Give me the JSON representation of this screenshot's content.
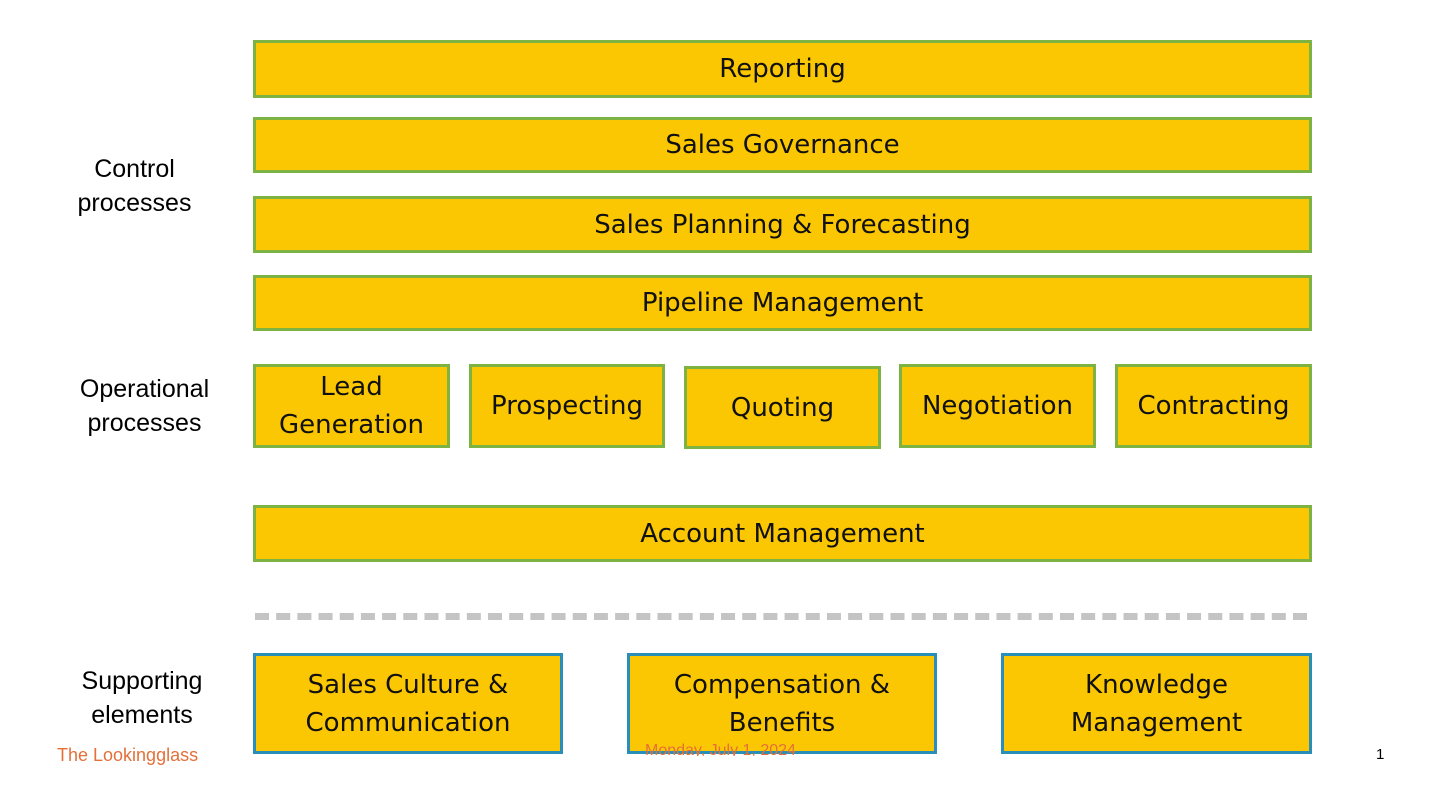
{
  "labels": {
    "control": "Control\nprocesses",
    "operational": "Operational\nprocesses",
    "supporting": "Supporting\nelements"
  },
  "control_boxes": [
    "Reporting",
    "Sales Governance",
    "Sales Planning & Forecasting",
    "Pipeline Management"
  ],
  "operational_boxes": [
    "Lead\nGeneration",
    "Prospecting",
    "Quoting",
    "Negotiation",
    "Contracting"
  ],
  "account_box": "Account Management",
  "supporting_boxes": [
    "Sales Culture &\nCommunication",
    "Compensation &\nBenefits",
    "Knowledge\nManagement"
  ],
  "footer": {
    "brand": "The Lookingglass",
    "date": "Monday, July 1, 2024",
    "page": "1"
  },
  "colors": {
    "box_fill": "#fbc702",
    "process_border": "#7cb342",
    "support_border": "#2a8fb8",
    "footer_text": "#e4703a"
  }
}
